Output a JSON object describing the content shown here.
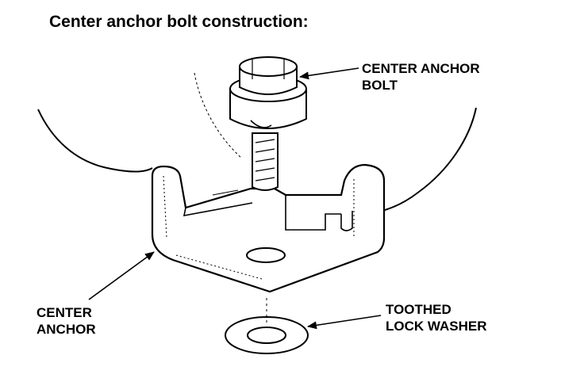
{
  "title": "Center anchor bolt construction:",
  "callouts": {
    "center_anchor_bolt": {
      "line1": "CENTER ANCHOR",
      "line2": "BOLT"
    },
    "center_anchor": {
      "line1": "CENTER",
      "line2": "ANCHOR"
    },
    "toothed_lock_washer": {
      "line1": "TOOTHED",
      "line2": "LOCK WASHER"
    }
  },
  "colors": {
    "ink": "#000000",
    "paper": "#ffffff"
  }
}
